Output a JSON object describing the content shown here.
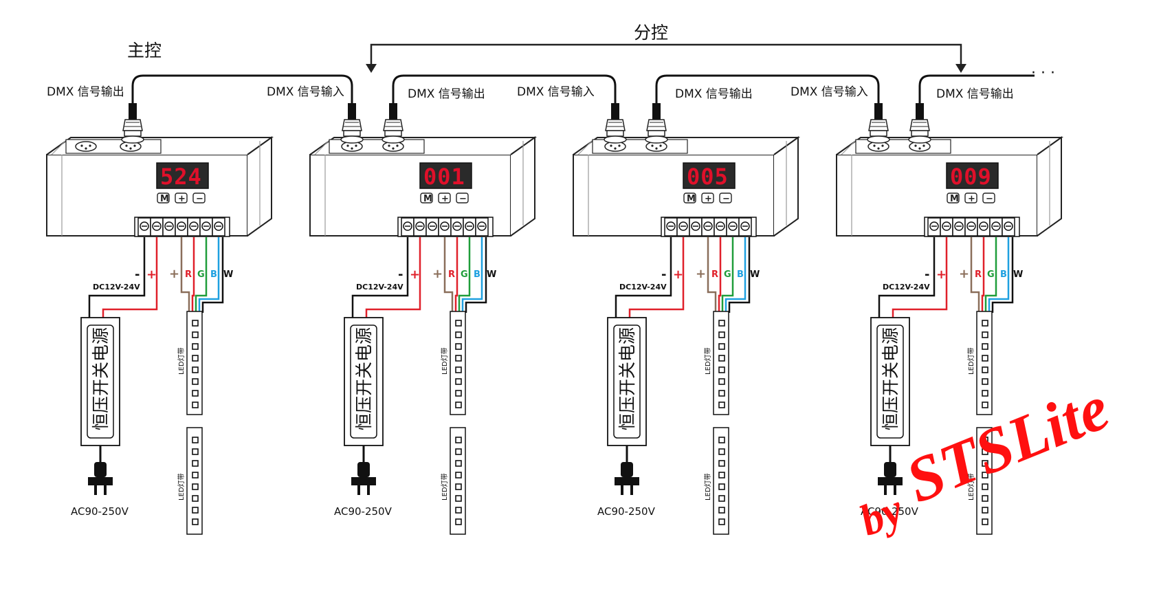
{
  "labels": {
    "master": "主控",
    "slave": "分控",
    "ellipsis": "· · ·"
  },
  "units": [
    {
      "display": "524",
      "dmx_out": "DMX 信号输出"
    },
    {
      "display": "001",
      "dmx_in": "DMX 信号输入",
      "dmx_out": "DMX 信号输出"
    },
    {
      "display": "005",
      "dmx_in": "DMX 信号输入",
      "dmx_out": "DMX 信号输出"
    },
    {
      "display": "009",
      "dmx_in": "DMX 信号输入",
      "dmx_out": "DMX 信号输出"
    }
  ],
  "common": {
    "btn_m": "M",
    "btn_plus": "+",
    "btn_minus": "−",
    "dc_label": "DC12V-24V",
    "neg": "-",
    "pos": "+",
    "ch_r": "R",
    "ch_g": "G",
    "ch_b": "B",
    "ch_w": "W",
    "psu_text": "恒压开关电源",
    "led_text": "LED灯带",
    "ac_label": "AC90-250V"
  },
  "watermark": {
    "by": "by",
    "name": "STSLite"
  },
  "colors": {
    "red_wire": "#e0202a",
    "green_wire": "#1f9d3a",
    "blue_wire": "#1ea0e0",
    "brown_wire": "#8a6e5a",
    "display_red": "#e0102a",
    "signature": "#ff1010"
  }
}
